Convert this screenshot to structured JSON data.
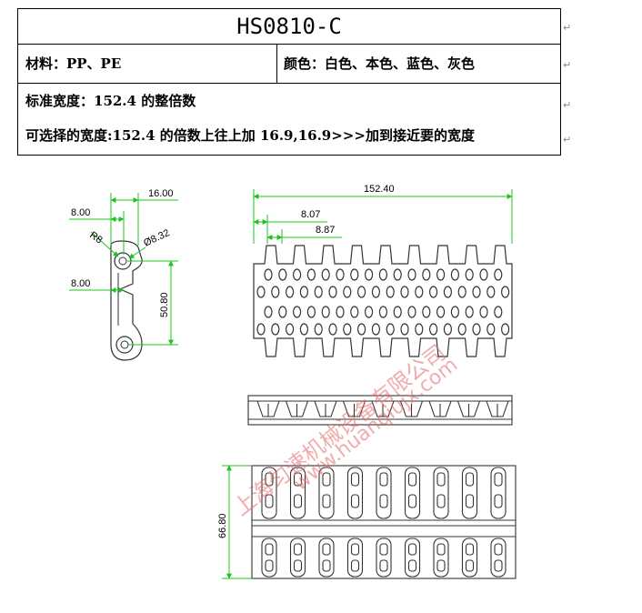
{
  "spec_table": {
    "title": "HS0810-C",
    "material": "材料：PP、PE",
    "color": "颜色：白色、本色、蓝色、灰色",
    "std_width": "标准宽度：152.4 的整倍数",
    "opt_width": "可选择的宽度:152.4 的倍数上往上加 16.9,16.9>>>加到接近要的宽度"
  },
  "para_mark": "↵",
  "dimensions": {
    "side_width": "16.00",
    "side_offset_top": "8.00",
    "side_radius": "R8",
    "side_hole": "Ø8.32",
    "side_offset_mid": "8.00",
    "side_pitch": "50.80",
    "top_width": "152.40",
    "top_spacing_a": "8.07",
    "top_spacing_b": "8.87",
    "bottom_height": "66.80"
  },
  "watermark": {
    "company": "上海匀速机械设备有限公司",
    "url": "www.huanqiujx.com"
  },
  "colors": {
    "dimension_line": "#1ec41e",
    "watermark": "#e56a6a"
  }
}
